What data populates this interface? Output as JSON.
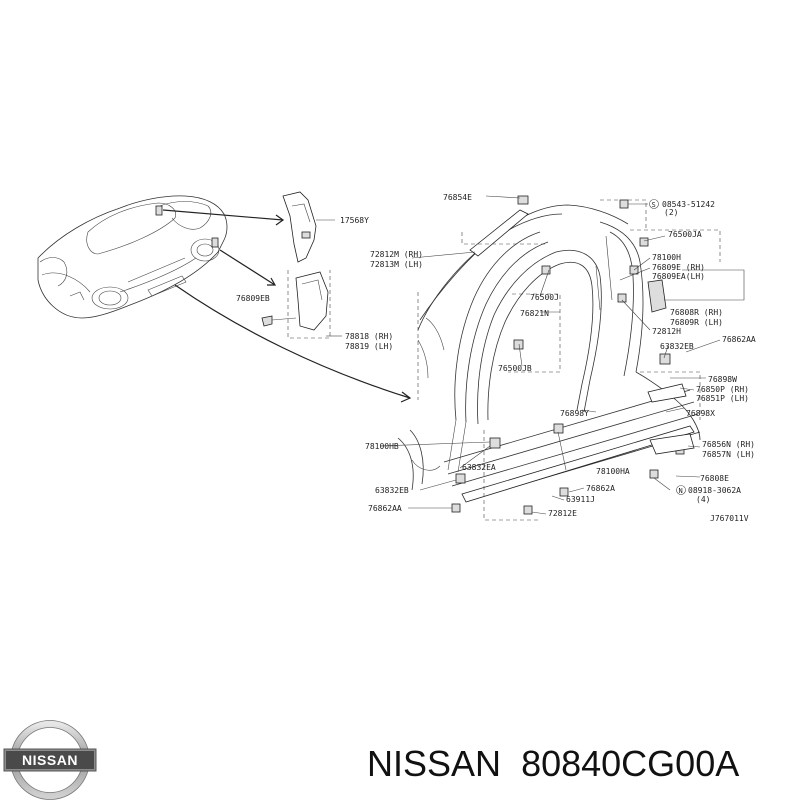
{
  "caption": {
    "brand": "NISSAN",
    "part_number": "80840CG00A"
  },
  "logo": {
    "text": "NISSAN"
  },
  "diagram_code": "J767011V",
  "callouts": [
    "76854E",
    "08543-51242",
    "(2)",
    "17568Y",
    "76500JA",
    "72812M (RH)",
    "72813M (LH)",
    "78100H",
    "76809E (RH)",
    "76809EA(LH)",
    "76809EB",
    "76500J",
    "76808R (RH)",
    "76809R (LH)",
    "76821N",
    "78818 (RH)",
    "78819 (LH)",
    "72812H",
    "63832EB",
    "76862AA",
    "76500JB",
    "76898W",
    "76850P (RH)",
    "76851P (LH)",
    "76898Y",
    "76898X",
    "78100HB",
    "76856N (RH)",
    "76857N (LH)",
    "63832EA",
    "78100HA",
    "76808E",
    "76862A",
    "08918-3062A",
    "63832EB",
    "63911J",
    "(4)",
    "76862AA",
    "72812E"
  ]
}
